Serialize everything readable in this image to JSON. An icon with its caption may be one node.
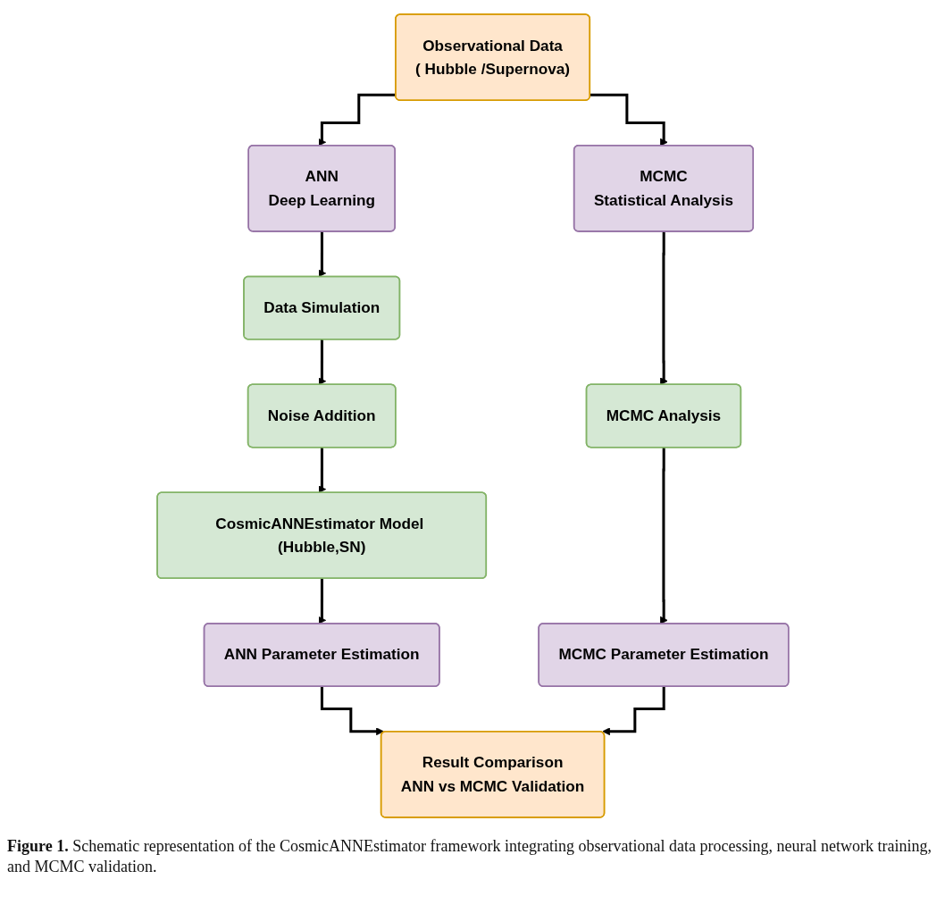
{
  "diagram": {
    "nodes": [
      {
        "text": [
          "Observational Data",
          "( Hubble /Supernova)"
        ]
      },
      {
        "text": [
          "ANN",
          "Deep Learning"
        ]
      },
      {
        "text": [
          "MCMC",
          "Statistical Analysis"
        ]
      },
      {
        "text": [
          "Data Simulation"
        ]
      },
      {
        "text": [
          "Noise Addition"
        ]
      },
      {
        "text": [
          "MCMC Analysis"
        ]
      },
      {
        "text": [
          "CosmicANNEstimator Model (Hubble,SN)"
        ]
      },
      {
        "text": [
          "ANN Parameter Estimation"
        ]
      },
      {
        "text": [
          "MCMC Parameter Estimation"
        ]
      },
      {
        "text": [
          "Result Comparison",
          "ANN vs MCMC Validation"
        ]
      }
    ],
    "edges": [
      {
        "from": 0,
        "to": 1,
        "arrow": "to"
      },
      {
        "from": 0,
        "to": 2,
        "arrow": "to"
      },
      {
        "from": 1,
        "to": 3,
        "arrow": "to"
      },
      {
        "from": 3,
        "to": 4,
        "arrow": "to"
      },
      {
        "from": 4,
        "to": 6,
        "arrow": "to"
      },
      {
        "from": 6,
        "to": 7,
        "arrow": "to"
      },
      {
        "from": 2,
        "to": 5,
        "arrow": "to"
      },
      {
        "from": 5,
        "to": 8,
        "arrow": "to"
      },
      {
        "from": 7,
        "to": 9,
        "arrow": "to"
      },
      {
        "from": 8,
        "to": 9,
        "arrow": "to"
      }
    ],
    "caption": "**Figure 1.** Schematic representation of the CosmicANNEstimator framework integrating observational data processing, neural network training, and MCMC validation."
  }
}
